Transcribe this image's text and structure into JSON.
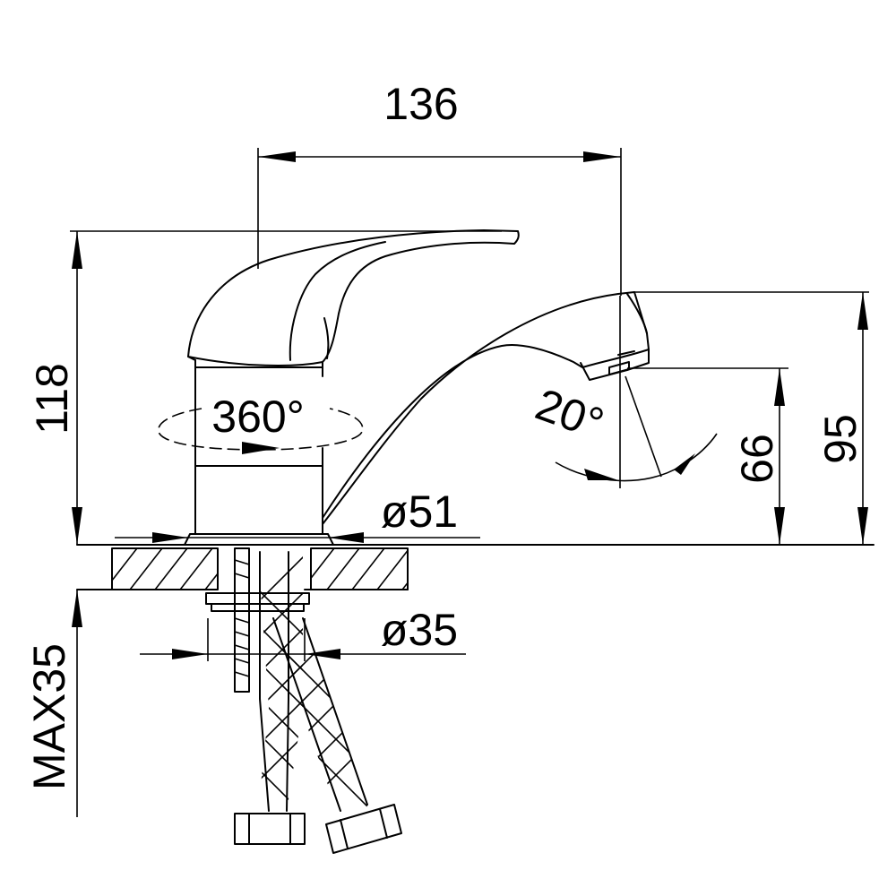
{
  "dimensions": {
    "overall_length": "136",
    "total_height": "118",
    "rotation": "360°",
    "spout_swivel": "20°",
    "base_diameter": "ø51",
    "shank_diameter": "ø35",
    "outlet_height": "66",
    "spout_top_height": "95",
    "max_deck_thickness": "MAX35"
  }
}
